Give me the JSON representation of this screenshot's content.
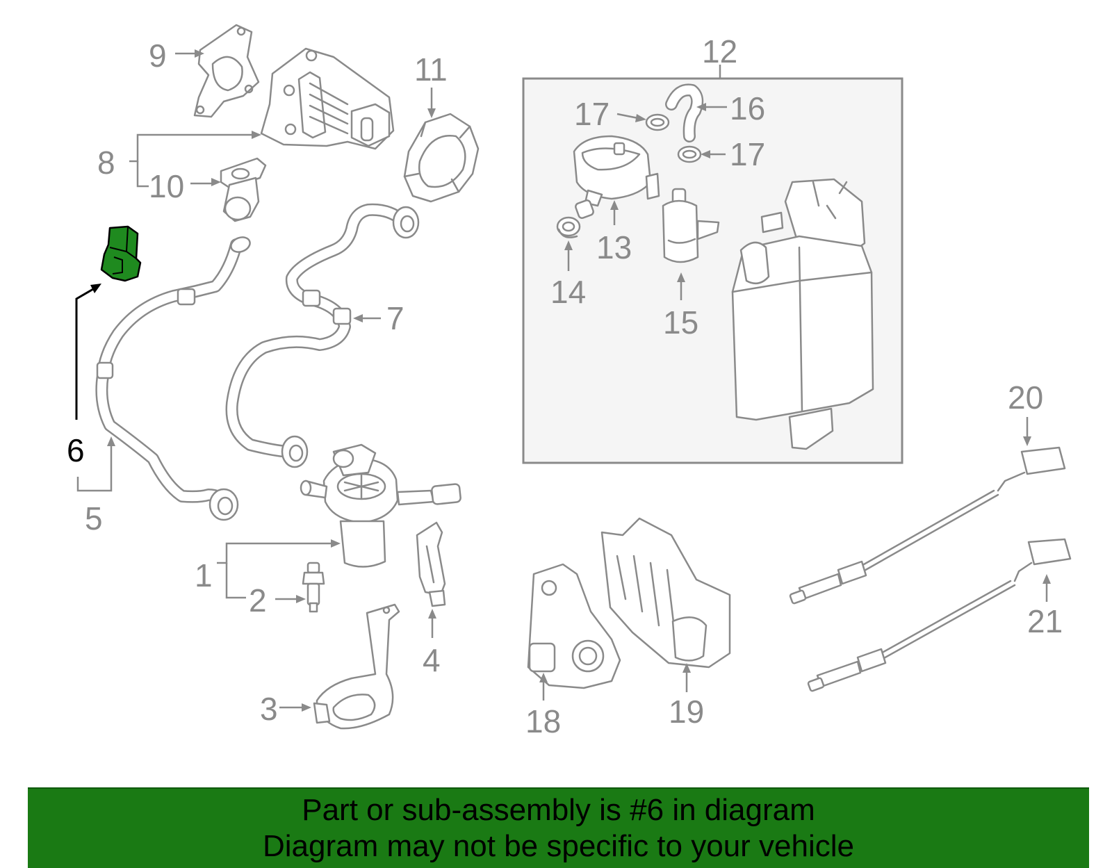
{
  "callouts": {
    "n1": "1",
    "n2": "2",
    "n3": "3",
    "n4": "4",
    "n5": "5",
    "n6": "6",
    "n7": "7",
    "n8": "8",
    "n9": "9",
    "n10": "10",
    "n11": "11",
    "n12": "12",
    "n13": "13",
    "n14": "14",
    "n15": "15",
    "n16": "16",
    "n17a": "17",
    "n17b": "17",
    "n18": "18",
    "n19": "19",
    "n20": "20",
    "n21": "21"
  },
  "highlight": {
    "part_number": "6",
    "color": "#1f8a1f"
  },
  "banner": {
    "line1": "Part or sub-assembly is #6 in diagram",
    "line2": "Diagram may not be specific to your vehicle",
    "background": "#1a7a14"
  },
  "colors": {
    "line_art": "#8a8a8a",
    "highlight_leader": "#000000",
    "box_fill": "#f5f5f5"
  }
}
